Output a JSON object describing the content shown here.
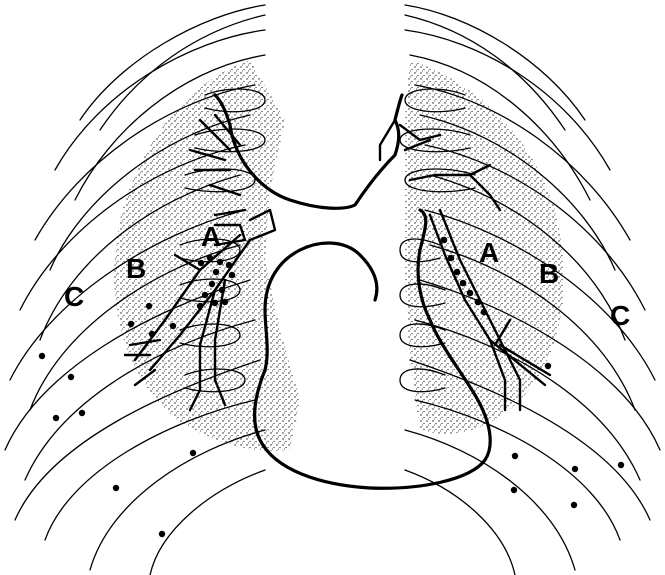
{
  "labels": {
    "left_A": "A",
    "left_B": "B",
    "left_C": "C",
    "right_A": "A",
    "right_B": "B",
    "right_C": "C"
  }
}
